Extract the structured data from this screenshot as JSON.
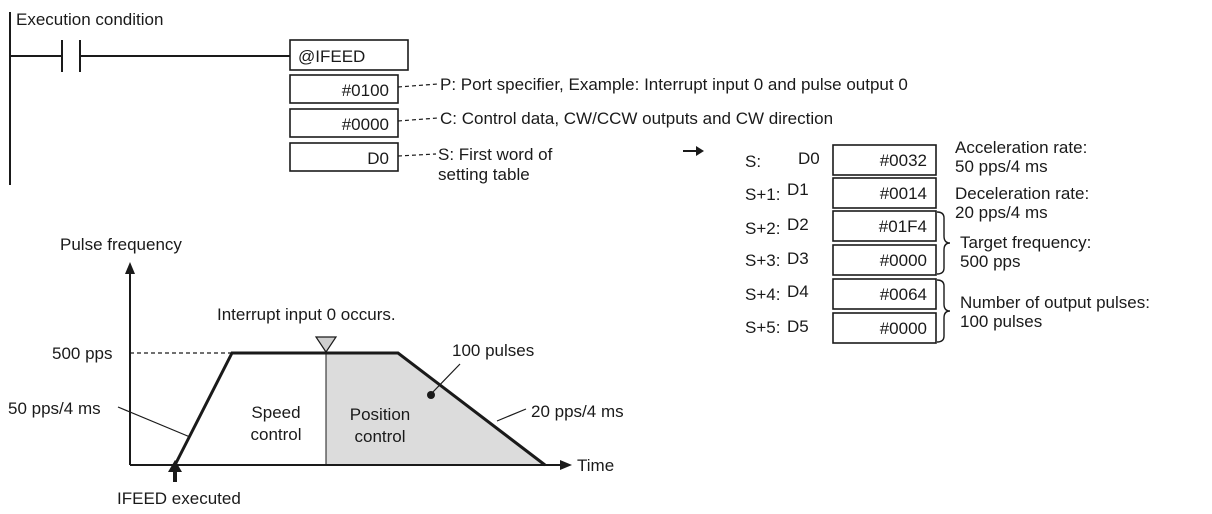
{
  "ladder": {
    "execution_condition": "Execution condition",
    "instruction": "@IFEED",
    "operands": [
      {
        "value": "#0100",
        "description": "P: Port specifier, Example: Interrupt input 0 and pulse output 0"
      },
      {
        "value": "#0000",
        "description": "C: Control data, CW/CCW outputs and CW direction"
      },
      {
        "value": "D0",
        "description_line1": "S: First word of",
        "description_line2": "setting table"
      }
    ]
  },
  "setting_table": {
    "rows": [
      {
        "offset": "S:",
        "word": "D0",
        "value": "#0032"
      },
      {
        "offset": "S+1:",
        "word": "D1",
        "value": "#0014"
      },
      {
        "offset": "S+2:",
        "word": "D2",
        "value": "#01F4"
      },
      {
        "offset": "S+3:",
        "word": "D3",
        "value": "#0000"
      },
      {
        "offset": "S+4:",
        "word": "D4",
        "value": "#0064"
      },
      {
        "offset": "S+5:",
        "word": "D5",
        "value": "#0000"
      }
    ],
    "notes": {
      "acceleration_line1": "Acceleration rate:",
      "acceleration_line2": "50 pps/4 ms",
      "deceleration_line1": "Deceleration rate:",
      "deceleration_line2": "20 pps/4 ms",
      "target_line1": "Target frequency:",
      "target_line2": "500 pps",
      "pulses_line1": "Number of output pulses:",
      "pulses_line2": "100 pulses"
    }
  },
  "profile": {
    "y_axis_label": "Pulse frequency",
    "x_axis_label": "Time",
    "target_label": "500 pps",
    "accel_label": "50 pps/4 ms",
    "decel_label": "20 pps/4 ms",
    "interrupt_label": "Interrupt input 0 occurs.",
    "pulses_label": "100 pulses",
    "speed_line1": "Speed",
    "speed_line2": "control",
    "position_line1": "Position",
    "position_line2": "control",
    "executed_label": "IFEED executed",
    "shade_color": "#dcdcdc"
  }
}
